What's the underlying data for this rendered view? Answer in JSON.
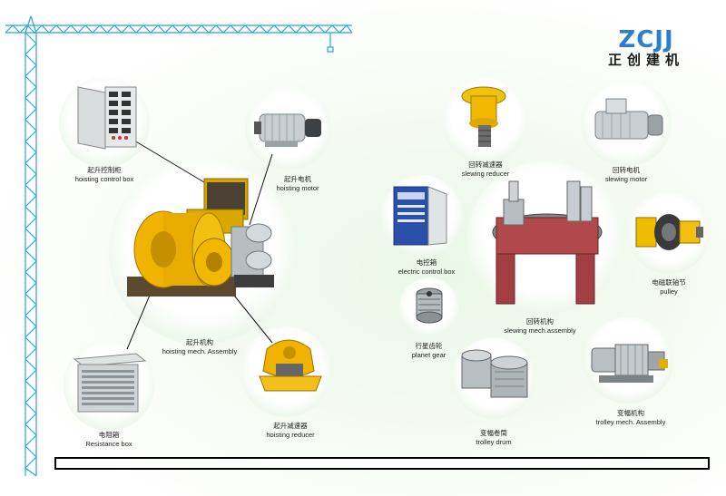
{
  "brand": {
    "name_latin": "ZCJJ",
    "name_cn": "正创建机",
    "color": "#2a7fd0"
  },
  "components": {
    "hoisting_control_box": {
      "cn": "起升控制柜",
      "en": "hoisting control box"
    },
    "hoisting_motor": {
      "cn": "起升电机",
      "en": "hoisting motor"
    },
    "hoisting_mech": {
      "cn": "起升机构",
      "en": "hoisting mech. Assembly"
    },
    "hoisting_reducer": {
      "cn": "起升减速器",
      "en": "hoisting reducer"
    },
    "resistance_box": {
      "cn": "电阻箱",
      "en": "Resistance box"
    },
    "slewing_reducer": {
      "cn": "回转减速器",
      "en": "slewing reducer"
    },
    "slewing_motor": {
      "cn": "回转电机",
      "en": "slewing motor"
    },
    "electric_control_box": {
      "cn": "电控箱",
      "en": "electric control box"
    },
    "slewing_mech": {
      "cn": "回转机构",
      "en": "slewing mech.assembly"
    },
    "pulley": {
      "cn": "电磁联轴节",
      "en": "pulley"
    },
    "planet_gear": {
      "cn": "行星齿轮",
      "en": "planet gear"
    },
    "trolley_drum": {
      "cn": "变幅卷筒",
      "en": "trolley drum"
    },
    "trolley_mech": {
      "cn": "变幅机构",
      "en": "trolley mech. Assembly"
    }
  },
  "colors": {
    "crane_blue": "#2aa7d8",
    "machine_yellow": "#e8b000",
    "frame_red": "#b0484c",
    "motor_grey": "#bfc5c8"
  }
}
